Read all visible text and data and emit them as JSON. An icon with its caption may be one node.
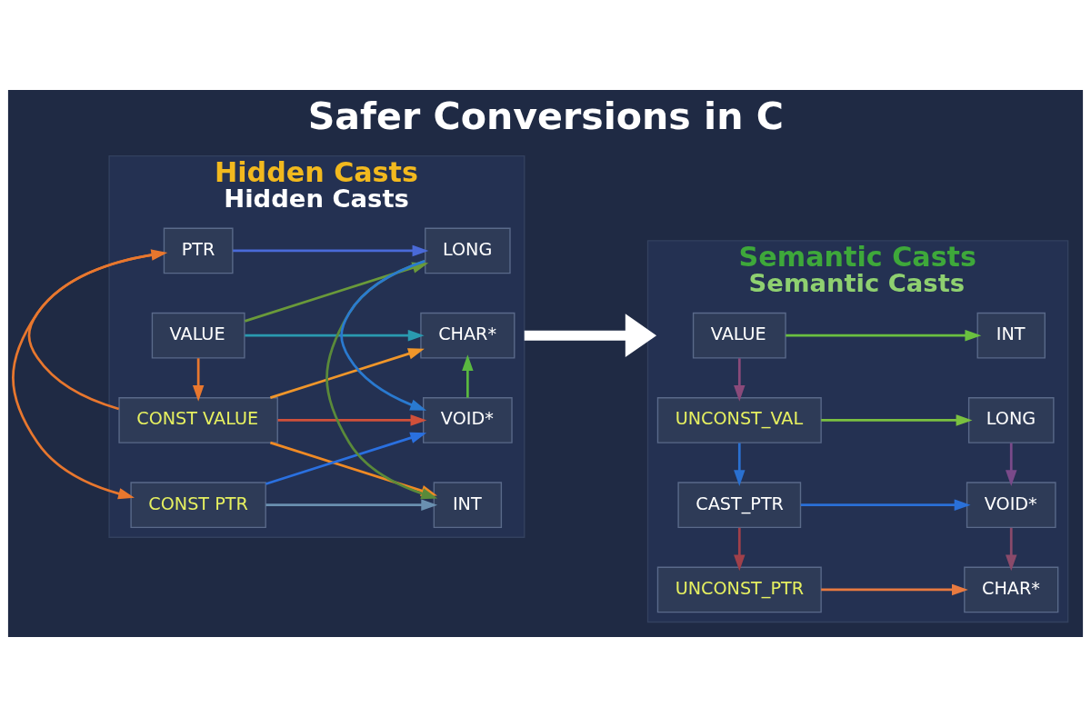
{
  "diagram": {
    "title": "Safer Conversions in C",
    "nodes": [
      {
        "text": [
          "Hidden Casts",
          "Hidden Casts"
        ]
      },
      {
        "text": [
          "VALUE"
        ],
        "in": 0
      },
      {
        "text": [
          "CONST VALUE"
        ],
        "in": 0
      },
      {
        "text": [
          "PTR"
        ],
        "in": 0
      },
      {
        "text": [
          "CONST PTR"
        ],
        "in": 0
      },
      {
        "text": [
          "INT"
        ],
        "in": 0
      },
      {
        "text": [
          "LONG"
        ],
        "in": 0
      },
      {
        "text": [
          "VOID*"
        ],
        "in": 0
      },
      {
        "text": [
          "CHAR*"
        ],
        "in": 0
      },
      {
        "text": [
          "Semantic Casts",
          "Semantic Casts"
        ]
      },
      {
        "text": [
          "VALUE"
        ],
        "in": 9
      },
      {
        "text": [
          "UNCONST_VAL"
        ],
        "in": 9
      },
      {
        "text": [
          "CAST_PTR"
        ],
        "in": 9
      },
      {
        "text": [
          "UNCONST_PTR"
        ],
        "in": 9
      },
      {
        "text": [
          "INT"
        ],
        "in": 9
      },
      {
        "text": [
          "LONG"
        ],
        "in": 9
      },
      {
        "text": [
          "VOID*"
        ],
        "in": 9
      },
      {
        "text": [
          "CHAR*"
        ],
        "in": 9
      }
    ],
    "edges": [
      {
        "from": 1,
        "to": 2,
        "arrow": "to",
        "color": "#e8772e"
      },
      {
        "from": 2,
        "to": 3,
        "arrow": "to",
        "color": "#e8772e"
      },
      {
        "from": 3,
        "to": 4,
        "arrow": "to",
        "color": "#e8772e"
      },
      {
        "from": 1,
        "to": 6,
        "arrow": "to",
        "color": "#6a9a3a"
      },
      {
        "from": 1,
        "to": 8,
        "arrow": "to",
        "color": "#2a9ab0"
      },
      {
        "from": 2,
        "to": 5,
        "arrow": "to",
        "color": "#f08a24"
      },
      {
        "from": 2,
        "to": 7,
        "arrow": "to",
        "color": "#d0503a"
      },
      {
        "from": 2,
        "to": 8,
        "arrow": "to",
        "color": "#f0962a"
      },
      {
        "from": 3,
        "to": 6,
        "arrow": "to",
        "color": "#4a6ad8"
      },
      {
        "from": 4,
        "to": 5,
        "arrow": "to",
        "color": "#6a90b0"
      },
      {
        "from": 4,
        "to": 7,
        "arrow": "to",
        "color": "#2a70e0"
      },
      {
        "from": 6,
        "to": 5,
        "arrow": "to",
        "color": "#5a8a3a"
      },
      {
        "from": 6,
        "to": 7,
        "arrow": "to",
        "color": "#2a7ad0"
      },
      {
        "from": 7,
        "to": 8,
        "arrow": "to",
        "color": "#5ab840"
      },
      {
        "from": 0,
        "to": 9,
        "arrow": "to",
        "style": "thick",
        "color": "#ffffff"
      },
      {
        "from": 10,
        "to": 14,
        "arrow": "to",
        "color": "#6ac040"
      },
      {
        "from": 10,
        "to": 11,
        "arrow": "to",
        "color": "#8a4a7a"
      },
      {
        "from": 11,
        "to": 15,
        "arrow": "to",
        "color": "#7ac040"
      },
      {
        "from": 11,
        "to": 12,
        "arrow": "to",
        "color": "#2a70d0"
      },
      {
        "from": 12,
        "to": 16,
        "arrow": "to",
        "color": "#2a70d8"
      },
      {
        "from": 12,
        "to": 13,
        "arrow": "to",
        "color": "#a0404a"
      },
      {
        "from": 13,
        "to": 17,
        "arrow": "to",
        "color": "#e87a40"
      },
      {
        "from": 15,
        "to": 16,
        "arrow": "to",
        "color": "#7a4a8a"
      },
      {
        "from": 16,
        "to": 17,
        "arrow": "to",
        "color": "#8a4a6a"
      }
    ]
  }
}
